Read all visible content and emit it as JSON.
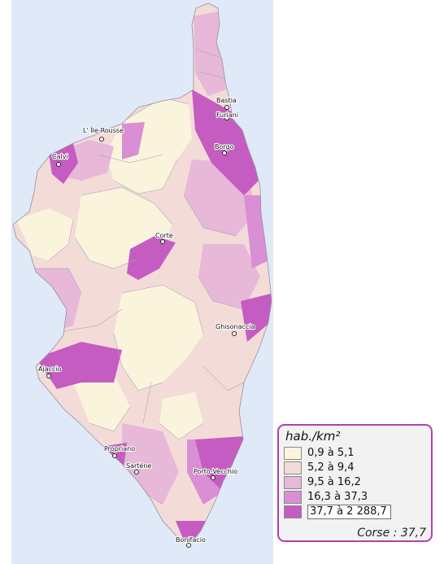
{
  "map": {
    "region": "Corse",
    "colors": {
      "sea": "#dfe9f8",
      "class_1": "#fbf4dd",
      "class_2": "#f3dcd8",
      "class_3": "#e7b8d8",
      "class_4": "#d98fd4",
      "class_5": "#c55cc2",
      "boundary": "#a9a0a8"
    },
    "cities": [
      {
        "name": "Bastia",
        "dot": "city-dot"
      },
      {
        "name": "Furiani",
        "dot": "city-dot"
      },
      {
        "name": "L' Île-Rousse",
        "dot": "city-dot"
      },
      {
        "name": "Calvi",
        "dot": "city-dot"
      },
      {
        "name": "Borgo",
        "dot": "city-dot"
      },
      {
        "name": "Corte",
        "dot": "city-dot"
      },
      {
        "name": "Ghisonaccia",
        "dot": "city-dot"
      },
      {
        "name": "Ajaccio",
        "dot": "city-dot"
      },
      {
        "name": "Propriano",
        "dot": "city-dot"
      },
      {
        "name": "Sartène",
        "dot": "city-dot"
      },
      {
        "name": "Porto-Vecchio",
        "dot": "city-dot"
      },
      {
        "name": "Bonifacio",
        "dot": "city-dot"
      }
    ]
  },
  "legend": {
    "title": "hab./km²",
    "classes": [
      {
        "label": "0,9 à 5,1",
        "color": "#fbf4dd"
      },
      {
        "label": "5,2 à 9,4",
        "color": "#f3dcd8"
      },
      {
        "label": "9,5 à 16,2",
        "color": "#e7b8d8"
      },
      {
        "label": "16,3 à 37,3",
        "color": "#d98fd4"
      },
      {
        "label": "37,7 à 2 288,7",
        "color": "#c55cc2"
      }
    ],
    "footer": "Corse : 37,7"
  }
}
